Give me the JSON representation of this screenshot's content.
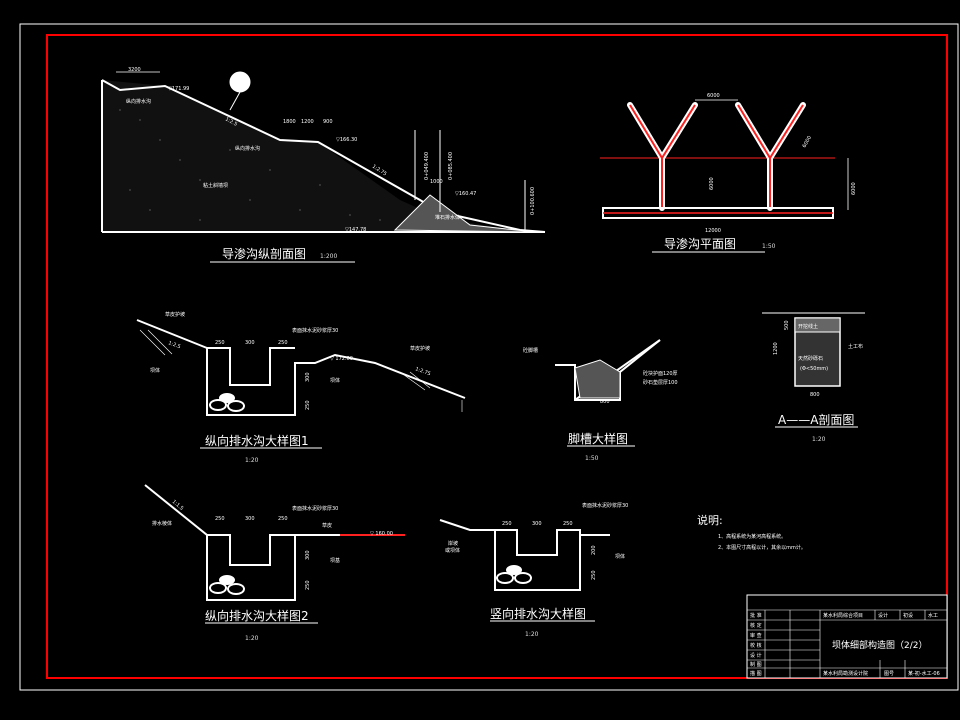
{
  "colors": {
    "background": "#000000",
    "line": "#ffffff",
    "frame_red": "#ff0000",
    "accent_red": "#ff2020",
    "dark_red": "#b00000"
  },
  "profile": {
    "title": "导渗沟纵剖面图",
    "scale": "1:200",
    "dim_top": "3200",
    "dim_mid": [
      "1800",
      "1200",
      "900"
    ],
    "dim_right": "1000",
    "levels": [
      "▽171.99",
      "▽166.30",
      "▽160.47",
      "▽147.78"
    ],
    "labels": {
      "top_ditch": "纵向排水沟",
      "mid_ditch": "纵向排水沟",
      "body": "粘土斜墙坝",
      "toe": "堆石排水体"
    },
    "slopes": [
      "1:2.5",
      "1:2.75"
    ],
    "vertical": [
      "0+049.400",
      "0+085.400",
      "0+100.600"
    ]
  },
  "plan": {
    "title": "导渗沟平面图",
    "scale": "1:50",
    "dims": [
      "6000",
      "6000",
      "6000",
      "6000",
      "12000"
    ]
  },
  "detail1": {
    "title": "纵向排水沟大样图1",
    "scale": "1:20",
    "labels": {
      "grass": "草皮护坡",
      "body": "坝体",
      "coat": "表面抹水泥砂浆厚30",
      "grass2": "草皮护坡",
      "body2": "坝体"
    },
    "slopes": [
      "1:2.5",
      "1:2.75"
    ],
    "level": "▽ 172.00",
    "dims": [
      "250",
      "300",
      "250",
      "300",
      "250"
    ]
  },
  "foot": {
    "title": "脚槽大样图",
    "scale": "1:50",
    "labels": {
      "groove": "砼脚槽",
      "protect": "砼块护面120厚",
      "sand": "砂石垫层厚100"
    },
    "dim": "800"
  },
  "section": {
    "title": "A——A剖面图",
    "scale": "1:20",
    "labels": {
      "top": "开挖线土",
      "geo": "土工布",
      "fill": "天然砂砾石",
      "size": "(Φ<50mm)"
    },
    "dims": [
      "500",
      "1200",
      "800"
    ]
  },
  "detail2": {
    "title": "纵向排水沟大样图2",
    "scale": "1:20",
    "labels": {
      "drain": "排水棱体",
      "coat": "表面抹水泥砂浆厚30",
      "grass": "草皮",
      "body": "坝基"
    },
    "slopes": [
      "1:1.5"
    ],
    "level": "▽ 160.00",
    "dims": [
      "250",
      "300",
      "250",
      "300",
      "250"
    ]
  },
  "detail3": {
    "title": "竖向排水沟大样图",
    "scale": "1:20",
    "labels": {
      "coat": "表面抹水泥砂浆厚30",
      "side": "岸坡",
      "side2": "或坝体",
      "body": "坝体"
    },
    "dims": [
      "250",
      "300",
      "250",
      "200",
      "250"
    ]
  },
  "notes": {
    "heading": "说明:",
    "lines": [
      "1、高程系统为某河高程系统。",
      "2、本图尺寸高程以计，其余以mm计。"
    ]
  },
  "titleblock": {
    "drawing_title": "坝体细部构造图（2/2）",
    "unit": "某水利局综合项目",
    "stage": "初 设",
    "rows": [
      "批 准",
      "核 定",
      "审 查",
      "校 核",
      "设 计",
      "制 图",
      "描 图"
    ],
    "cells": [
      "设计",
      "初设",
      "水工"
    ],
    "bottom": [
      "某水利局勘测设计院",
      "图号",
      "某-初-水工-06"
    ]
  }
}
